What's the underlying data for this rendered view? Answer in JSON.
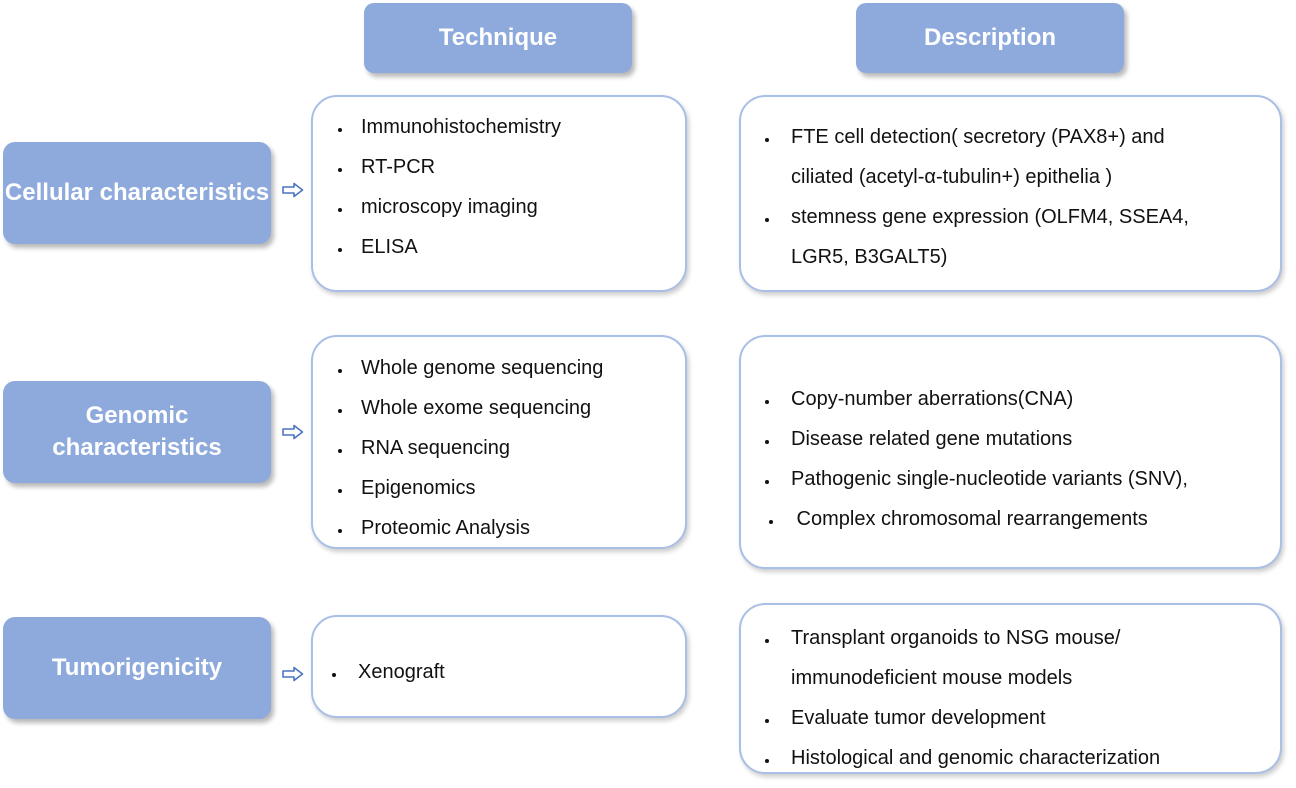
{
  "headers": {
    "technique": "Technique",
    "description": "Description"
  },
  "rows": [
    {
      "category": "Cellular characteristics",
      "techniques": [
        "Immunohistochemistry",
        "RT-PCR",
        "microscopy imaging",
        "ELISA"
      ],
      "descriptions": [
        [
          "FTE cell detection( secretory (PAX8+) and",
          "ciliated (acetyl-α-tubulin+) epithelia )"
        ],
        [
          "stemness gene expression (OLFM4, SSEA4,",
          "LGR5, B3GALT5)"
        ]
      ]
    },
    {
      "category": "Genomic characteristics",
      "techniques": [
        "Whole genome sequencing",
        "Whole exome sequencing",
        "RNA sequencing",
        "Epigenomics",
        "Proteomic Analysis"
      ],
      "descriptions": [
        [
          "Copy-number aberrations(CNA)"
        ],
        [
          "Disease related gene mutations"
        ],
        [
          "Pathogenic single-nucleotide variants (SNV),"
        ],
        [
          " Complex chromosomal rearrangements"
        ]
      ]
    },
    {
      "category": "Tumorigenicity",
      "techniques": [
        "Xenograft"
      ],
      "descriptions": [
        [
          "Transplant organoids to NSG mouse/",
          "immunodeficient mouse models"
        ],
        [
          "Evaluate tumor development"
        ],
        [
          "Histological and genomic characterization"
        ]
      ]
    }
  ]
}
